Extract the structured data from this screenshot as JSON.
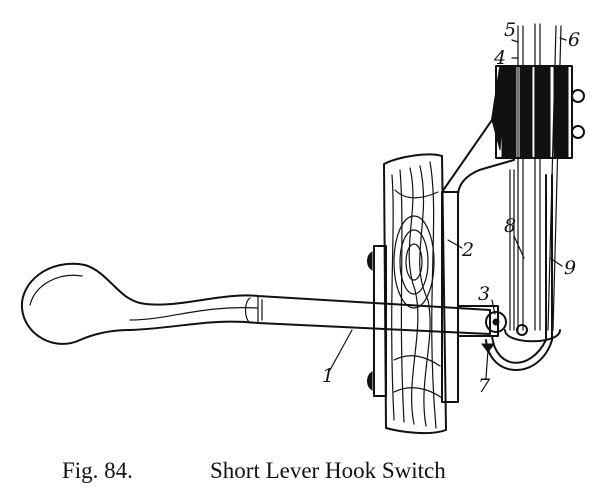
{
  "figure": {
    "labels": {
      "l1": "1",
      "l2": "2",
      "l3": "3",
      "l4": "4",
      "l5": "5",
      "l6": "6",
      "l7": "7",
      "l8": "8",
      "l9": "9"
    },
    "caption": {
      "fig": "Fig. 84.",
      "title": "Short Lever Hook Switch"
    }
  }
}
